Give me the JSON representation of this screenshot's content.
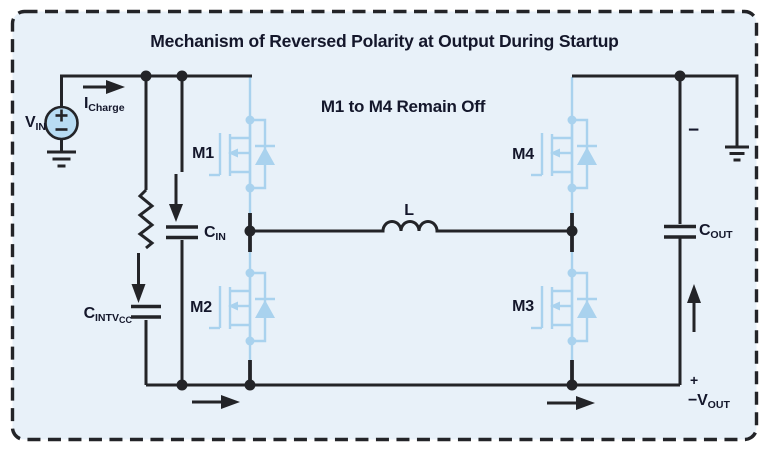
{
  "colors": {
    "panel_bg": "#e8f1f9",
    "ink": "#14172b",
    "wire": "#232428",
    "blue": "#a9d2ee",
    "vin_fill": "#b8dcf3"
  },
  "title": "Mechanism of Reversed Polarity at Output During Startup",
  "note": "M1 to M4 Remain Off",
  "source": {
    "main": "V",
    "sub": "IN"
  },
  "charge_current": {
    "main": "I",
    "sub": "Charge"
  },
  "mosfets": [
    {
      "label": "M1"
    },
    {
      "label": "M2"
    },
    {
      "label": "M3"
    },
    {
      "label": "M4"
    }
  ],
  "capacitors": {
    "cin": {
      "main": "C",
      "sub": "IN"
    },
    "cintvcc": {
      "main": "C",
      "sub": "INTV",
      "subsub": "CC"
    },
    "cout": {
      "main": "C",
      "sub": "OUT"
    }
  },
  "inductor": {
    "label": "L"
  },
  "output": {
    "minus_top": "−",
    "plus_bottom": "+",
    "vout_main": "−V",
    "vout_sub": "OUT"
  }
}
